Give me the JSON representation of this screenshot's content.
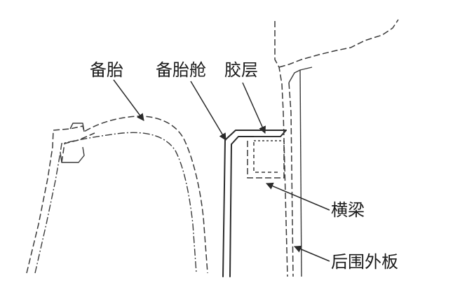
{
  "labels": {
    "spare_tire": "备胎",
    "spare_tire_well": "备胎舱",
    "adhesive_layer": "胶层",
    "cross_beam": "横梁",
    "rear_outer_panel": "后围外板"
  }
}
